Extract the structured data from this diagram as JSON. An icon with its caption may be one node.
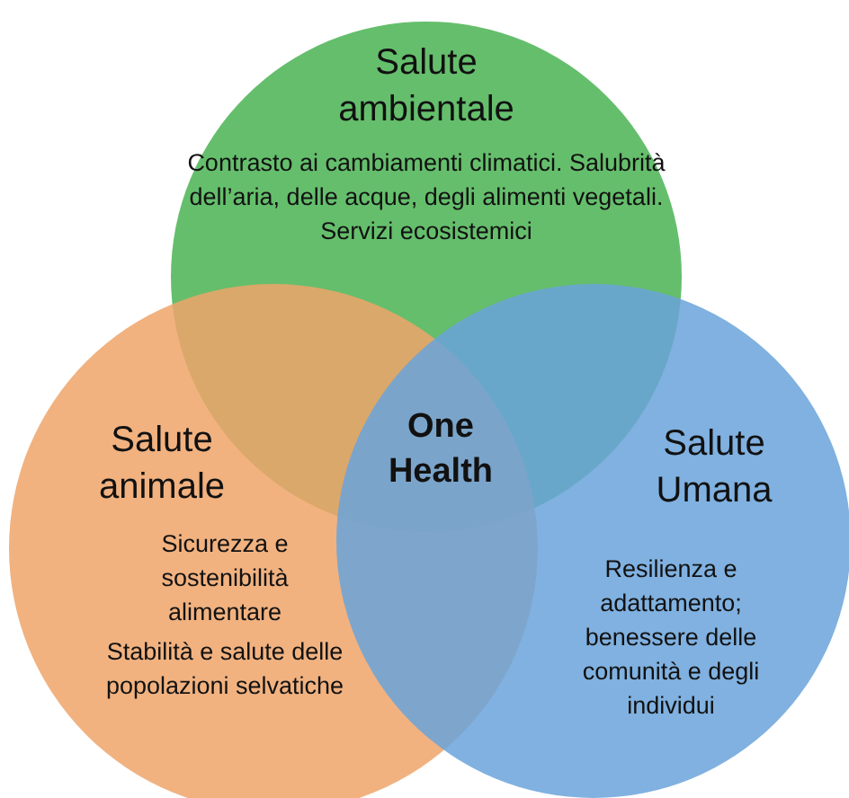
{
  "diagram": {
    "nodes": [
      {
        "text": [
          "Salute ambientale",
          "Contrasto ai cambiamenti climatici. Salubrità dell’aria, delle acque, degli alimenti vegetali. Servizi ecosistemici"
        ]
      },
      {
        "text": [
          "Salute animale",
          "Sicurezza e sostenibilità alimentare",
          "Stabilità e salute delle popolazioni selvatiche"
        ]
      },
      {
        "text": [
          "Salute Umana",
          "Resilienza e adattamento; benessere delle comunità e degli individui"
        ]
      }
    ],
    "edges": [],
    "labels": [
      "One Health"
    ]
  }
}
